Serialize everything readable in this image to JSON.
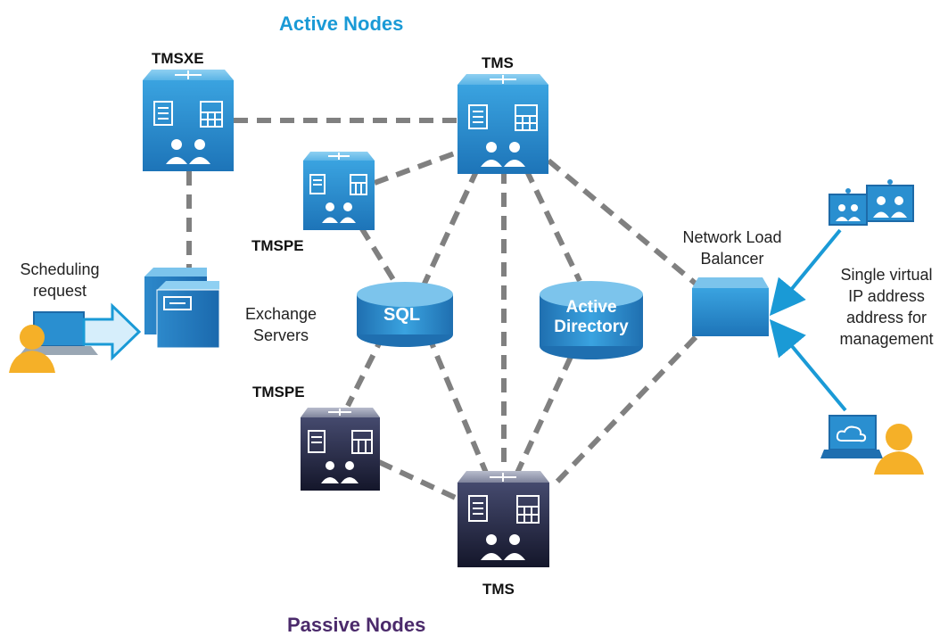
{
  "title_active": "Active Nodes",
  "title_passive": "Passive Nodes",
  "nodes": {
    "tmsxe": "TMSXE",
    "tms_active": "TMS",
    "tmspe_active": "TMSPE",
    "tmspe_passive": "TMSPE",
    "tms_passive": "TMS"
  },
  "databases": {
    "sql": "SQL",
    "ad_line1": "Active",
    "ad_line2": "Directory"
  },
  "labels": {
    "scheduling_line1": "Scheduling",
    "scheduling_line2": "request",
    "exchange_line1": "Exchange",
    "exchange_line2": "Servers",
    "nlb_line1": "Network Load",
    "nlb_line2": "Balancer",
    "vip_line1": "Single virtual",
    "vip_line2": "IP address",
    "vip_line3": "address for",
    "vip_line4": "management"
  },
  "colors": {
    "active_title": "#1a9ad6",
    "passive_title": "#4b2a6b",
    "active_node": "#2a8fd0",
    "passive_node": "#2a2c45",
    "connector": "#808080",
    "arrow": "#1a9ad6"
  }
}
